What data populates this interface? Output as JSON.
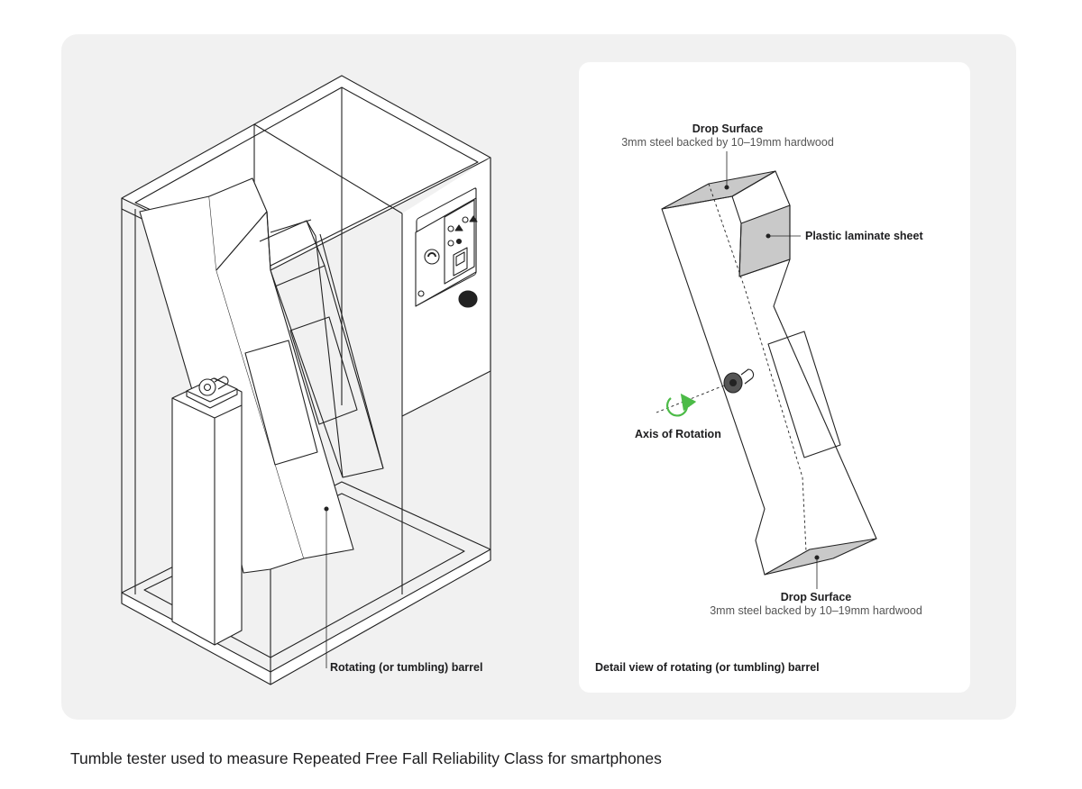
{
  "machine": {
    "barrel_label": "Rotating (or tumbling) barrel"
  },
  "detail": {
    "drop_surface_top": {
      "title": "Drop Surface",
      "desc": "3mm steel backed by 10–19mm hardwood"
    },
    "plastic_label": "Plastic laminate sheet",
    "axis_label": "Axis of Rotation",
    "drop_surface_bottom": {
      "title": "Drop Surface",
      "desc": "3mm steel backed by 10–19mm hardwood"
    },
    "footer_label": "Detail view of rotating (or tumbling) barrel"
  },
  "caption": "Tumble tester used to measure Repeated Free Fall Reliability Class for smartphones",
  "colors": {
    "panel_bg": "#f1f1f1",
    "card_bg": "#ffffff",
    "line": "#222222",
    "shade": "#c9c9c9",
    "rotation_arrow": "#4cbb47"
  }
}
